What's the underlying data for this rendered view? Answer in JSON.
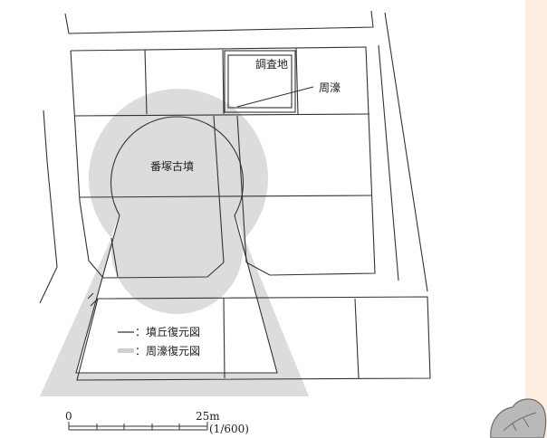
{
  "map": {
    "labels": {
      "survey_site": "調査地",
      "moat": "周濠",
      "mound_name": "番塚古墳"
    },
    "legend": {
      "mound_line": "：墳丘復元図",
      "moat_band": "：周濠復元図"
    },
    "scale_bar": {
      "start": "0",
      "end": "25m",
      "ratio": "(1/600)"
    },
    "colors": {
      "background": "#fdeee0",
      "panel": "#ffffff",
      "moat_band": "#dcdcdc",
      "lines": "#333333"
    },
    "icons": [
      "mound-line-legend-icon",
      "moat-band-legend-icon",
      "leaf-corner-icon"
    ]
  }
}
